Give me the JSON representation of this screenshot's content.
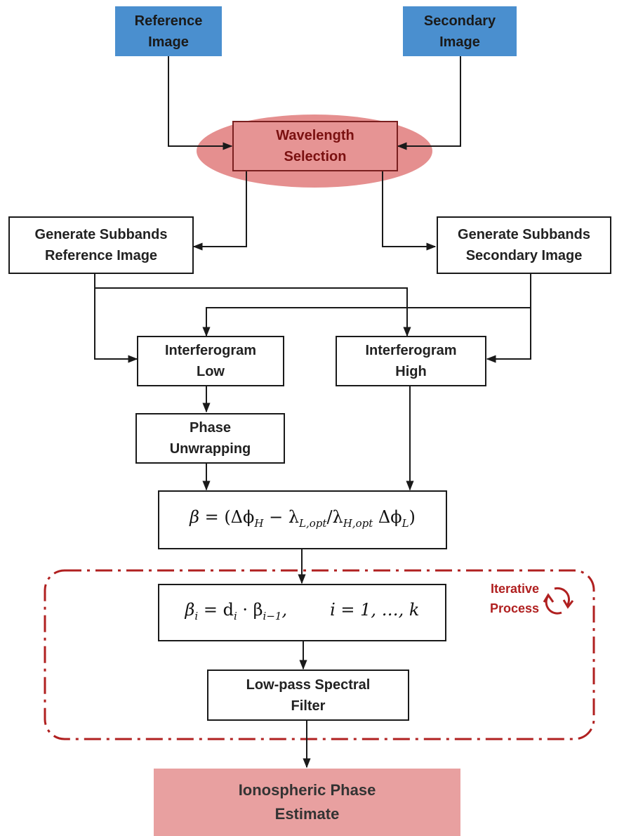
{
  "nodes": {
    "reference_image": "Reference\nImage",
    "secondary_image": "Secondary\nImage",
    "wavelength_selection": "Wavelength\nSelection",
    "subbands_reference": "Generate Subbands\nReference Image",
    "subbands_secondary": "Generate Subbands\nSecondary  Image",
    "interferogram_low": "Interferogram\nLow",
    "interferogram_high": "Interferogram\nHigh",
    "phase_unwrapping": "Phase\nUnwrapping",
    "lowpass_filter": "Low-pass Spectral\nFilter",
    "ionospheric_estimate": "Ionospheric Phase\nEstimate"
  },
  "equations": {
    "beta": {
      "lhs": "β",
      "eq": " = (Δϕ",
      "sub_h": "H",
      "minus": " − λ",
      "sub_lopt": "L,opt",
      "slash": "/λ",
      "sub_hopt": "H,opt",
      "dphi": " Δϕ",
      "sub_l": "L",
      "close": ")"
    },
    "beta_i": {
      "lhs": "β",
      "sub_i": "i",
      "eq": " = d",
      "sub_i2": "i",
      "dot": " · β",
      "sub_im1": "i−1",
      "range": ",        i = 1, …, k"
    }
  },
  "loop_label": "Iterative\nProcess",
  "colors": {
    "input_blue": "#4a8fcf",
    "selection_red": "#e69494",
    "highlight_ellipse": "#e58f8f",
    "loop_red": "#b02020",
    "output_pink": "#e8a0a0"
  }
}
